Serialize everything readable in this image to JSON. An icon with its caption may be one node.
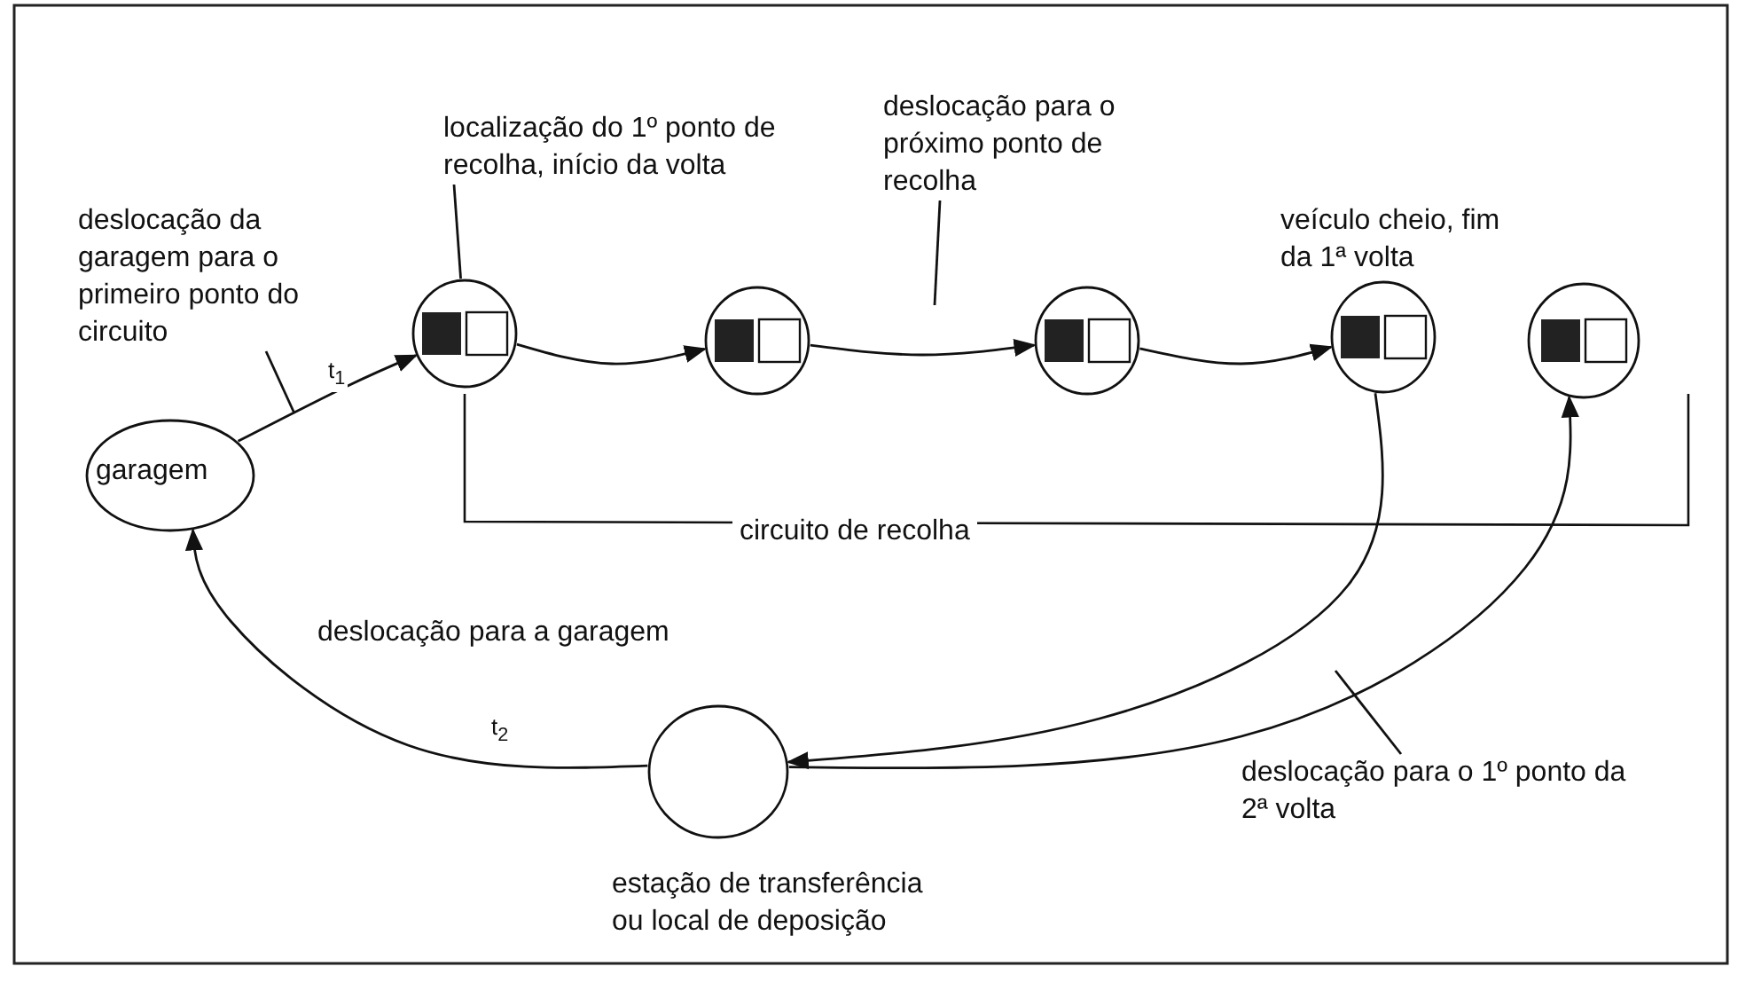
{
  "diagram": {
    "nodes": [
      {
        "text": [
          "localização do 1º ponto de recolha, início da volta"
        ]
      },
      {
        "text": [
          "deslocação da garagem para o primeiro ponto do circuito"
        ]
      },
      {
        "text": [
          "deslocação para o próximo ponto de recolha"
        ]
      },
      {
        "text": [
          "garagem"
        ]
      },
      {
        "text": [],
        "shape": "circle"
      },
      {
        "text": [],
        "shape": "circle"
      },
      {
        "text": [],
        "shape": "circle"
      },
      {
        "text": [],
        "shape": "circle",
        "beside": [
          "veículo cheio, fim da 1ª volta"
        ]
      },
      {
        "text": [],
        "shape": "circle"
      },
      {
        "text": [],
        "shape": "circle",
        "beside": [
          "estação de transferência ou local de deposição"
        ]
      },
      {
        "text": [
          "deslocação para o 1º ponto da 2ª volta"
        ]
      }
    ],
    "edges": [
      {
        "from": 3,
        "to": 4,
        "arrow": "to",
        "label": "t$_{1}$"
      },
      {
        "from": 4,
        "to": 5,
        "arrow": "to"
      },
      {
        "from": 5,
        "to": 6,
        "arrow": "to"
      },
      {
        "from": 6,
        "to": 7,
        "arrow": "to"
      },
      {
        "from": 7,
        "to": 9,
        "arrow": "to"
      },
      {
        "from": 9,
        "to": 8,
        "arrow": "to"
      },
      {
        "from": 9,
        "to": 3,
        "arrow": "to",
        "label": "t$_{2}$"
      },
      {
        "from": 0,
        "to": 4,
        "arrow": "none"
      },
      {
        "from": 1,
        "to": null,
        "arrow": "none"
      },
      {
        "from": 2,
        "to": null,
        "arrow": "none"
      },
      {
        "from": 10,
        "to": null,
        "arrow": "none"
      }
    ],
    "labels": [
      "circuito de recolha",
      "deslocação para a garagem"
    ]
  }
}
